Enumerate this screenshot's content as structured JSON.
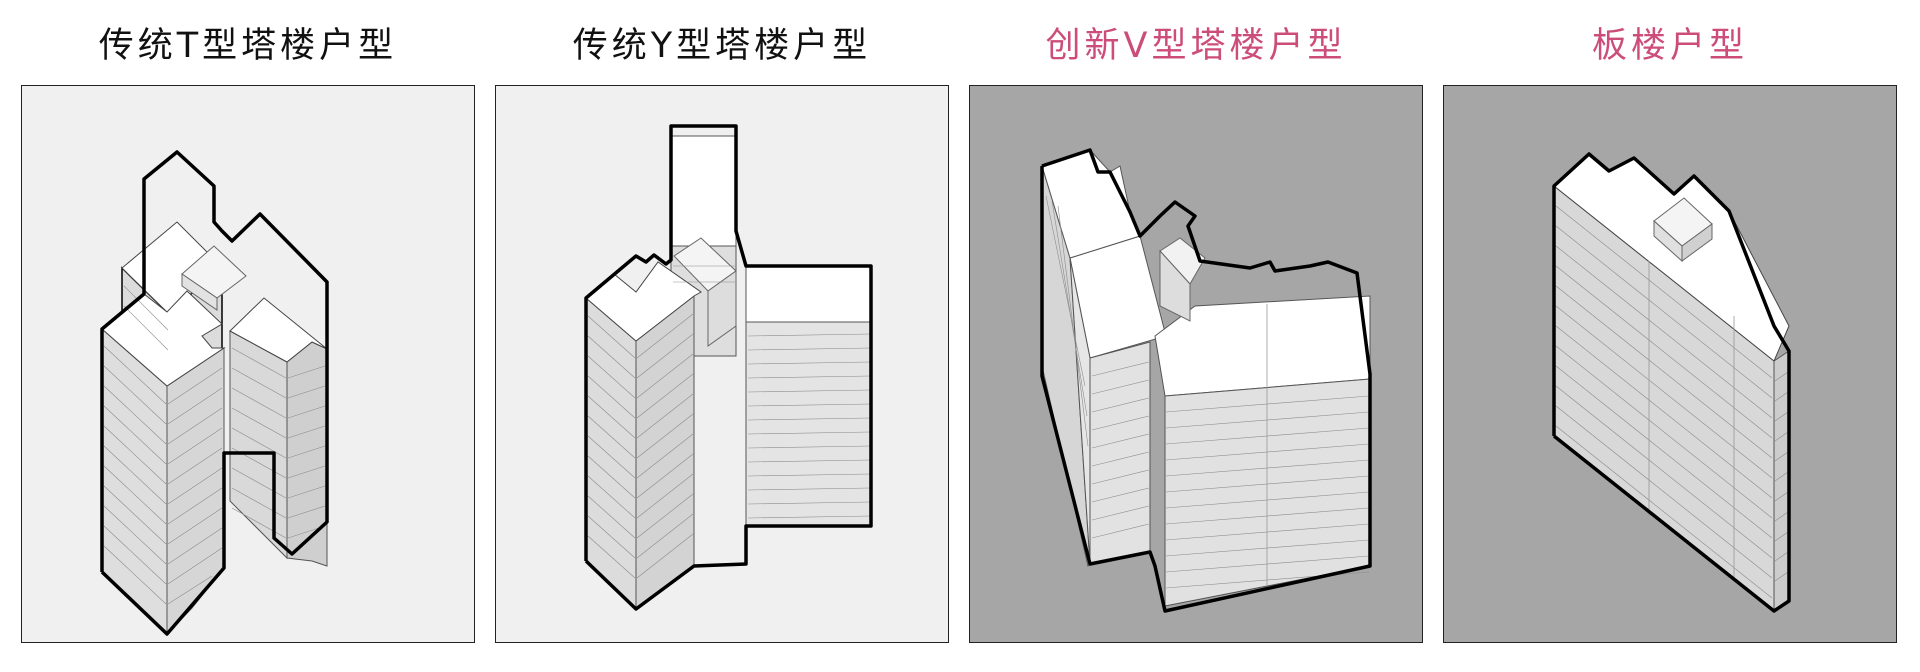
{
  "colors": {
    "title_default": "#111111",
    "title_highlight": "#cc4d7a",
    "panel_light": "#f0f0f0",
    "panel_dark": "#a6a6a6",
    "face_top": "#ffffff",
    "face_side": "#dcdcdc",
    "outline": "#000000"
  },
  "panels": [
    {
      "title": "传统T型塔楼户型",
      "title_color": "#111111",
      "background": "#f0f0f0",
      "shape_icon": "t-type-tower-icon"
    },
    {
      "title": "传统Y型塔楼户型",
      "title_color": "#111111",
      "background": "#f0f0f0",
      "shape_icon": "y-type-tower-icon"
    },
    {
      "title": "创新V型塔楼户型",
      "title_color": "#cc4d7a",
      "background": "#a6a6a6",
      "shape_icon": "v-type-tower-icon"
    },
    {
      "title": "板楼户型",
      "title_color": "#cc4d7a",
      "background": "#a6a6a6",
      "shape_icon": "slab-building-icon"
    }
  ]
}
